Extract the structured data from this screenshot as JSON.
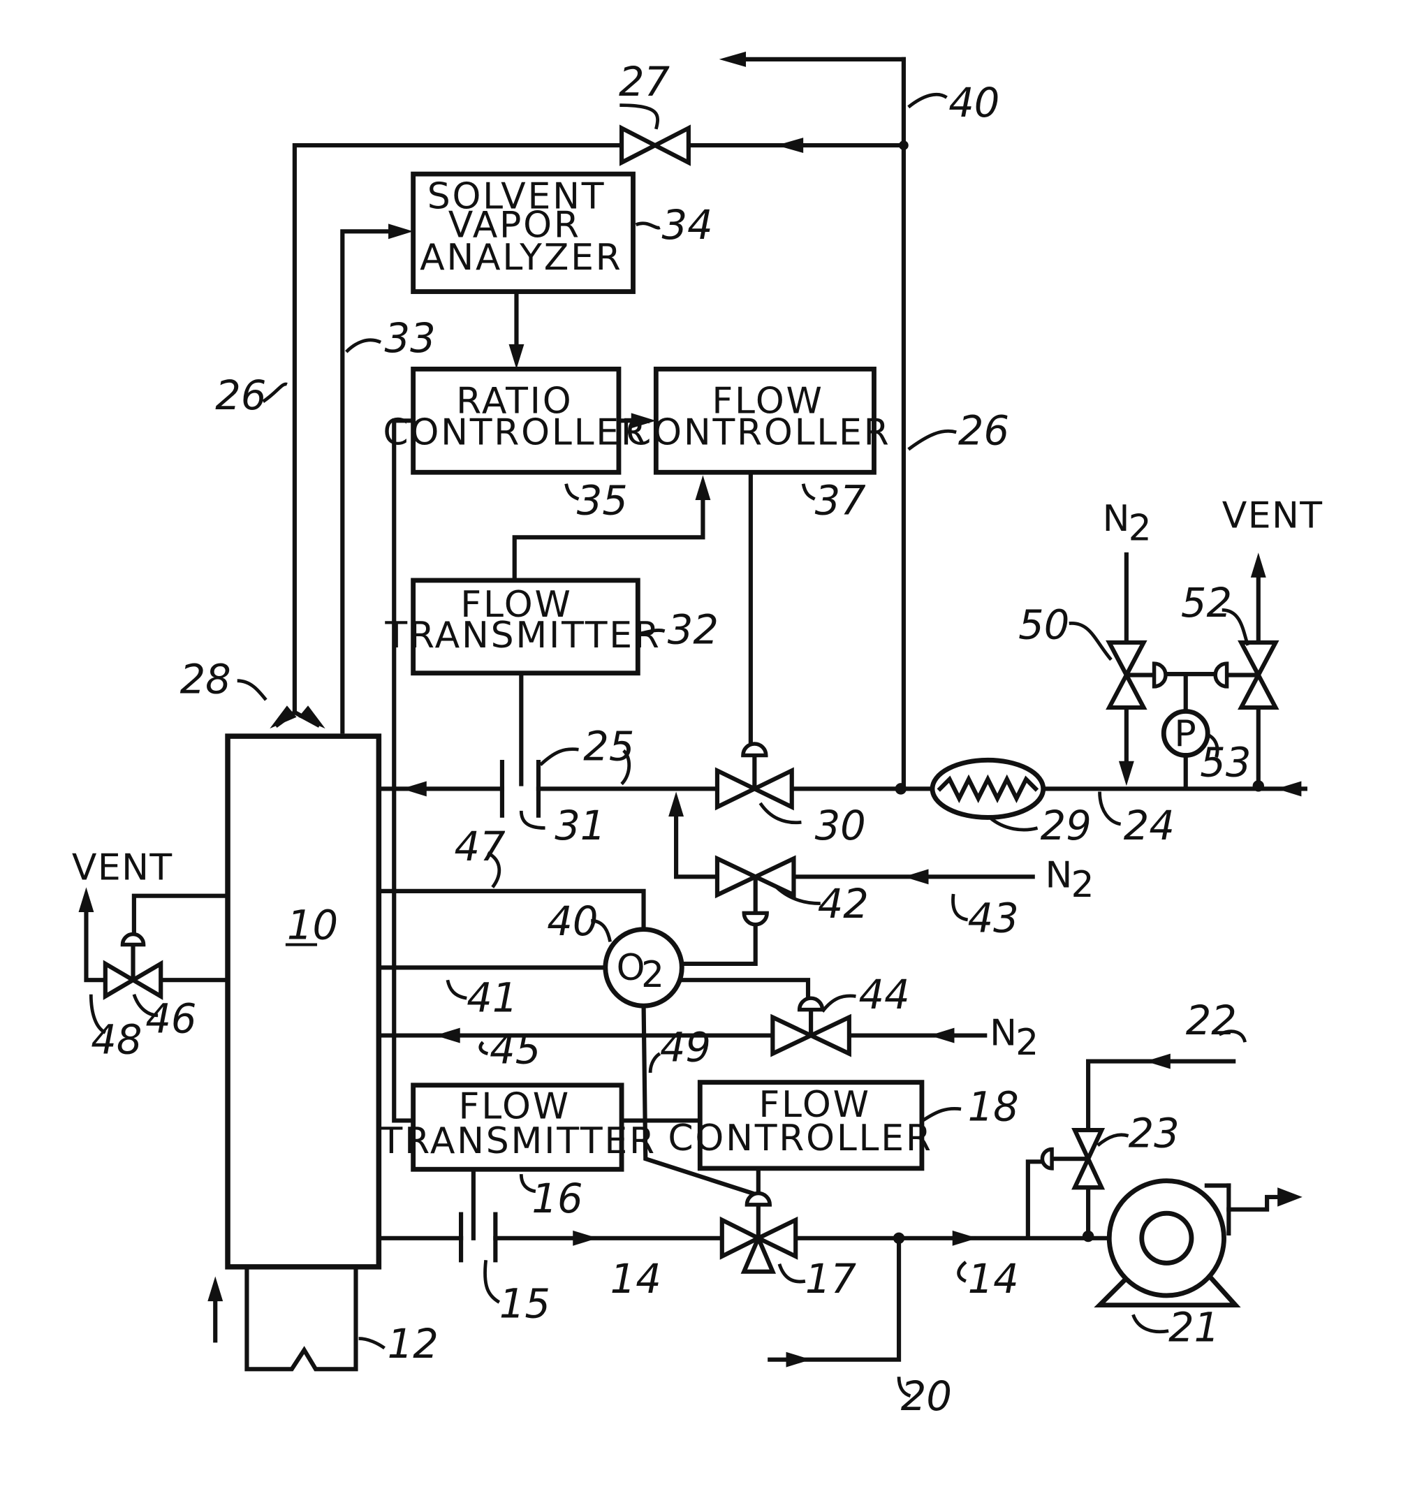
{
  "blocks": {
    "solvent_vapor_analyzer": [
      "SOLVENT",
      "VAPOR",
      "ANALYZER"
    ],
    "ratio_controller": [
      "RATIO",
      "CONTROLLER"
    ],
    "flow_controller_top": [
      "FLOW",
      "CONTROLLER"
    ],
    "flow_transmitter_top": [
      "FLOW",
      "TRANSMITTER"
    ],
    "flow_transmitter_bottom": [
      "FLOW",
      "TRANSMITTER"
    ],
    "flow_controller_bottom": [
      "FLOW",
      "CONTROLLER"
    ]
  },
  "tags": {
    "vent_left": "VENT",
    "vent_right": "VENT",
    "n2_top": "N",
    "n2_line43": "N",
    "n2_line45": "N",
    "n2_sub": "2",
    "o2_main": "O",
    "o2_sub": "2",
    "pressure": "P"
  },
  "refs": {
    "r10": "10",
    "r12": "12",
    "r14a": "14",
    "r14b": "14",
    "r15": "15",
    "r16": "16",
    "r17": "17",
    "r18": "18",
    "r20": "20",
    "r21": "21",
    "r22": "22",
    "r23": "23",
    "r24": "24",
    "r25": "25",
    "r26a": "26",
    "r26b": "26",
    "r27": "27",
    "r28": "28",
    "r29": "29",
    "r30": "30",
    "r31": "31",
    "r32": "32",
    "r33": "33",
    "r34": "34",
    "r35": "35",
    "r37": "37",
    "r40a": "40",
    "r40b": "40",
    "r41": "41",
    "r42": "42",
    "r43": "43",
    "r44": "44",
    "r45": "45",
    "r46": "46",
    "r47": "47",
    "r48": "48",
    "r49": "49",
    "r50": "50",
    "r52": "52",
    "r53": "53"
  }
}
